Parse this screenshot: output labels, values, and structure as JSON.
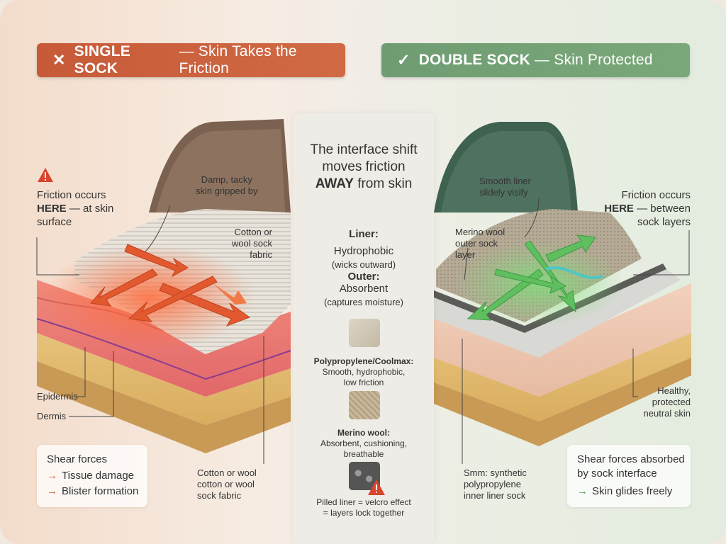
{
  "left_banner": {
    "mark": "✕",
    "title": "SINGLE SOCK",
    "subtitle": "— Skin Takes the Friction",
    "color": "#c75a38"
  },
  "right_banner": {
    "mark": "✓",
    "title": "DOUBLE SOCK",
    "subtitle": "— Skin Protected",
    "color": "#6f9c72"
  },
  "center": {
    "title_line1": "The interface shift",
    "title_line2": "moves friction",
    "title_away": "AWAY",
    "title_line3_rest": "from skin",
    "liner_heading": "Liner:",
    "liner_text1": "Hydrophobic",
    "liner_text2": "(wicks outward)",
    "outer_heading": "Outer:",
    "outer_text1": "Absorbent",
    "outer_text2": "(captures moisture)",
    "material1_name": "Polypropylene/Coolmax:",
    "material1_desc1": "Smooth, hydrophobic,",
    "material1_desc2": "low friction",
    "material2_name": "Merino wool:",
    "material2_desc1": "Absorbent, cushioning,",
    "material2_desc2": "breathable",
    "material3_line1": "Pilled liner = velcro effect",
    "material3_line2": "= layers lock together"
  },
  "left": {
    "friction_l1": "Friction occurs",
    "friction_here": "HERE",
    "friction_l2_rest": "— at skin",
    "friction_l3": "surface",
    "damp_l1": "Damp, tacky",
    "damp_l2": "skin gripped by",
    "cotton_l1": "Cotton or",
    "cotton_l2": "wool sock",
    "cotton_l3": "fabric",
    "epidermis": "Epidermis",
    "dermis": "Dermis",
    "shear_title": "Shear forces",
    "shear_item1": "Tissue damage",
    "shear_item2": "Blister formation",
    "bottom_l1": "Cotton or wool",
    "bottom_l2": "cotton or wool",
    "bottom_l3": "sock fabric"
  },
  "right": {
    "liner_l1": "Smooth liner",
    "liner_l2": "slidely visify",
    "friction_l1": "Friction occurs",
    "friction_here": "HERE",
    "friction_l2_rest": "— between",
    "friction_l3": "sock layers",
    "merino_l1": "Merino wool",
    "merino_l2": "outer sock",
    "merino_l3": "layer",
    "healthy_l1": "Healthy,",
    "healthy_l2": "protected",
    "healthy_l3": "neutral skin",
    "inner_l1": "Smm: synthetic",
    "inner_l2": "polypropylene",
    "inner_l3": "inner liner sock",
    "shear_l1": "Shear forces absorbed",
    "shear_l2": "by sock interface",
    "shear_item": "Skin glides freely"
  },
  "colors": {
    "danger": "#d2552f",
    "safe": "#4f9a56"
  },
  "icons": {
    "warning": "warning-triangle-icon"
  }
}
